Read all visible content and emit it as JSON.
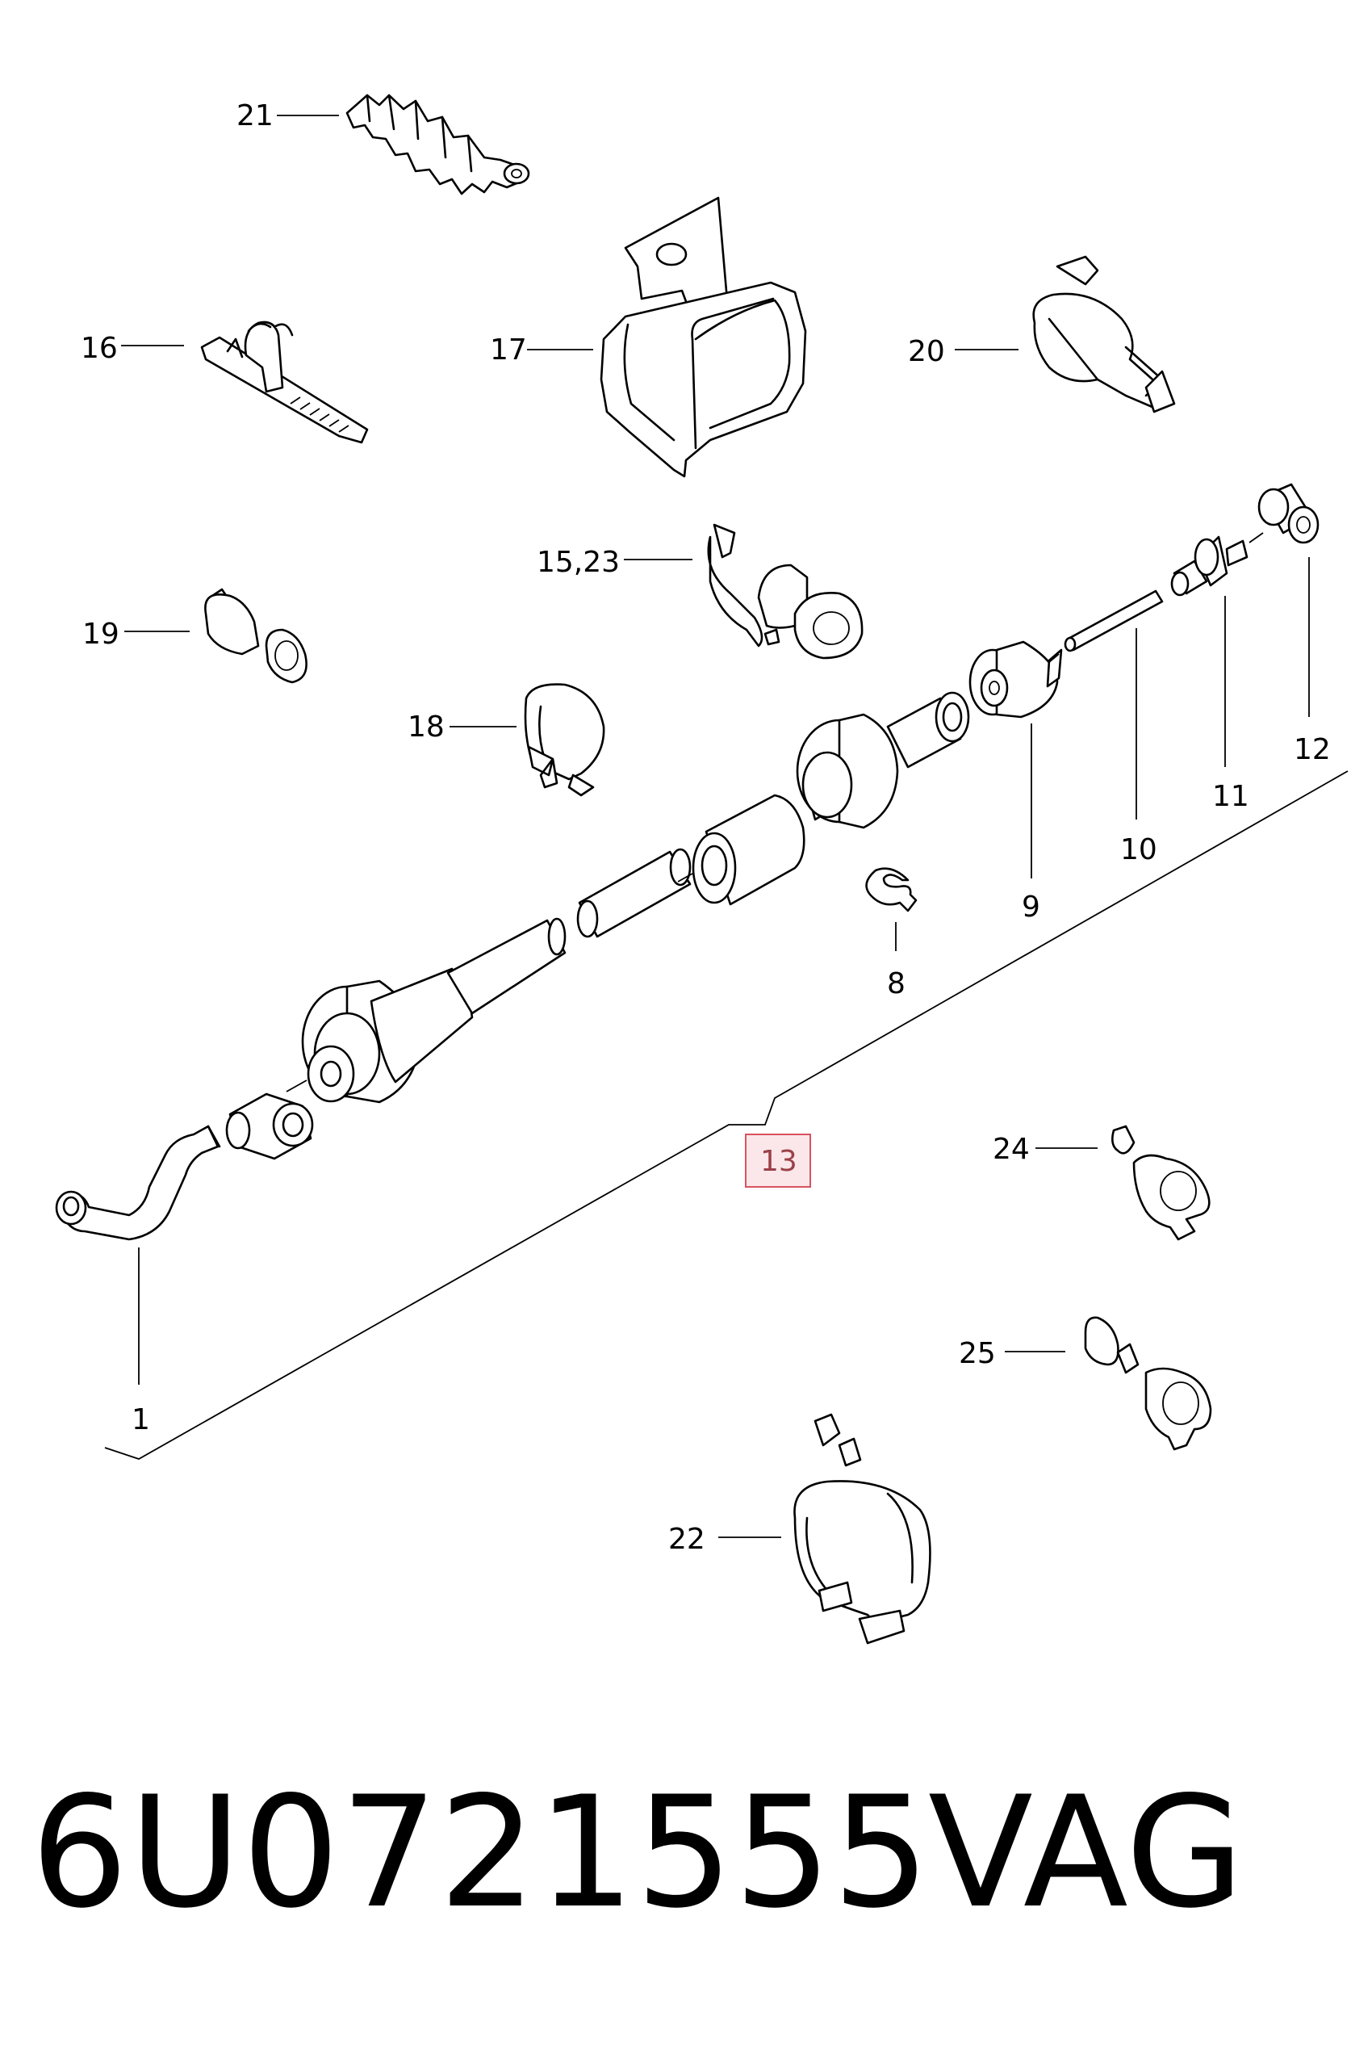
{
  "labels": {
    "p1": "1",
    "p8": "8",
    "p9": "9",
    "p10": "10",
    "p11": "11",
    "p12": "12",
    "p13": "13",
    "p15": "15,23",
    "p16": "16",
    "p17": "17",
    "p18": "18",
    "p19": "19",
    "p20": "20",
    "p21": "21",
    "p22": "22",
    "p24": "24",
    "p25": "25"
  },
  "highlighted_label": "13",
  "footer": {
    "part_number": "6U0721555",
    "brand": "VAG"
  },
  "colors": {
    "line": "#000000",
    "highlight_fill": "#fbe6ea",
    "highlight_stroke": "#d9535f",
    "highlight_text": "#9a4047"
  }
}
